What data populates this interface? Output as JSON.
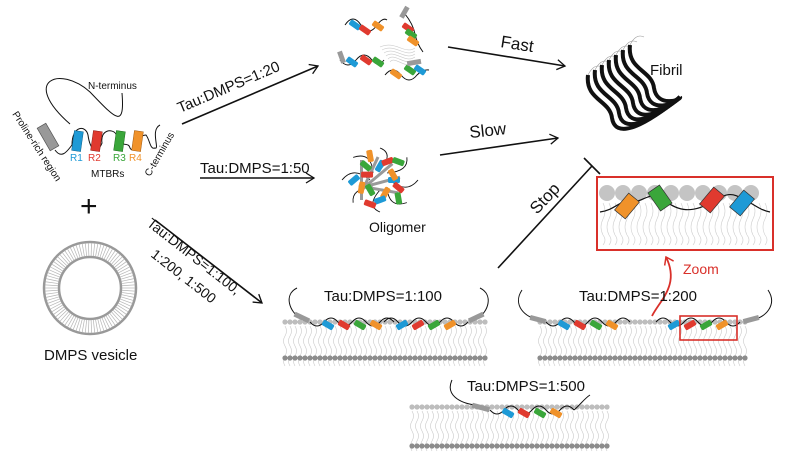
{
  "tau_schematic": {
    "n_terminus": "N-terminus",
    "proline_rich": "Proline-rich region",
    "c_terminus": "C-terminus",
    "mtbrs": "MTBRs",
    "repeats": [
      {
        "label": "R1",
        "color": "#1e9ad6"
      },
      {
        "label": "R2",
        "color": "#e03a2f"
      },
      {
        "label": "R3",
        "color": "#3aa63a"
      },
      {
        "label": "R4",
        "color": "#f0922a"
      }
    ],
    "proline_color": "#999999"
  },
  "plus_sign": "+",
  "vesicle_label": "DMPS vesicle",
  "arrows": {
    "ratio_20": "Tau:DMPS=1:20",
    "ratio_50": "Tau:DMPS=1:50",
    "ratio_multi_line1": "Tau:DMPS=1:100,",
    "ratio_multi_line2": "1:200, 1:500",
    "fast": "Fast",
    "slow": "Slow",
    "stop": "Stop",
    "zoom": "Zoom"
  },
  "states": {
    "fibril": "Fibril",
    "oligomer": "Oligomer"
  },
  "membranes": {
    "m100": "Tau:DMPS=1:100",
    "m200": "Tau:DMPS=1:200",
    "m500": "Tau:DMPS=1:500"
  },
  "colors": {
    "accent_red": "#d9302a",
    "lipid_head": "#bdbdbd",
    "lipid_head_dark": "#8c8c8c"
  }
}
